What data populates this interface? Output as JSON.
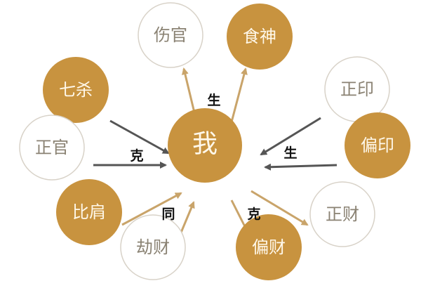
{
  "colors": {
    "gold": "#c8933f",
    "outline": "#d8d2c8",
    "outline_text": "#8a8273",
    "filled_text": "#fff8ea",
    "dark_arrow": "#555555",
    "gold_arrow": "#c9a46a"
  },
  "center": {
    "label": "我"
  },
  "nodes": [
    {
      "id": "shangguan",
      "label": "伤官",
      "filled": false
    },
    {
      "id": "shishen",
      "label": "食神",
      "filled": true
    },
    {
      "id": "qisha",
      "label": "七杀",
      "filled": true
    },
    {
      "id": "zhengyin",
      "label": "正印",
      "filled": false
    },
    {
      "id": "zhengguan",
      "label": "正官",
      "filled": false
    },
    {
      "id": "pianyin",
      "label": "偏印",
      "filled": true
    },
    {
      "id": "bijian",
      "label": "比肩",
      "filled": true
    },
    {
      "id": "jiecai",
      "label": "劫财",
      "filled": false
    },
    {
      "id": "piancai",
      "label": "偏财",
      "filled": true
    },
    {
      "id": "zhengcai",
      "label": "正财",
      "filled": false
    }
  ],
  "relations": [
    {
      "label": "生",
      "from": "我",
      "to": [
        "伤官",
        "食神"
      ]
    },
    {
      "label": "克",
      "from": [
        "七杀",
        "正官"
      ],
      "to": "我"
    },
    {
      "label": "生",
      "from": [
        "正印",
        "偏印"
      ],
      "to": "我"
    },
    {
      "label": "同",
      "from": [
        "比肩",
        "劫财"
      ],
      "to": "我"
    },
    {
      "label": "克",
      "from": "我",
      "to": [
        "偏财",
        "正财"
      ]
    }
  ]
}
